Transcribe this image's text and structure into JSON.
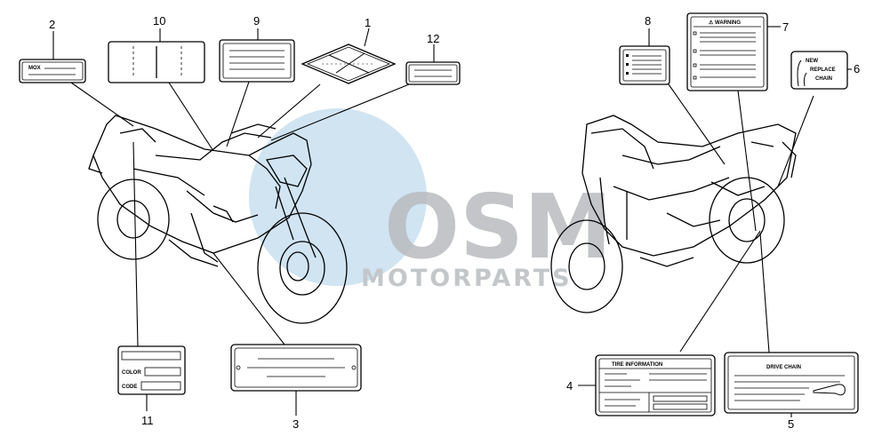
{
  "watermark": {
    "brand": "OSM",
    "sub": "MOTORPARTS",
    "colors": {
      "globe": "#a9cde8",
      "letters": "#b9bcbf",
      "text": "#c4c7ca"
    }
  },
  "callouts": [
    "1",
    "2",
    "3",
    "4",
    "5",
    "6",
    "7",
    "8",
    "9",
    "10",
    "11",
    "12"
  ],
  "labels": {
    "mox": "MOX",
    "warning": "⚠ WARNING",
    "new": "NEW",
    "replace": "REPLACE",
    "chain": "CHAIN",
    "color": "COLOR",
    "code": "CODE",
    "tire_info": "TIRE   INFORMATION",
    "drive_chain": "DRIVE CHAIN"
  }
}
